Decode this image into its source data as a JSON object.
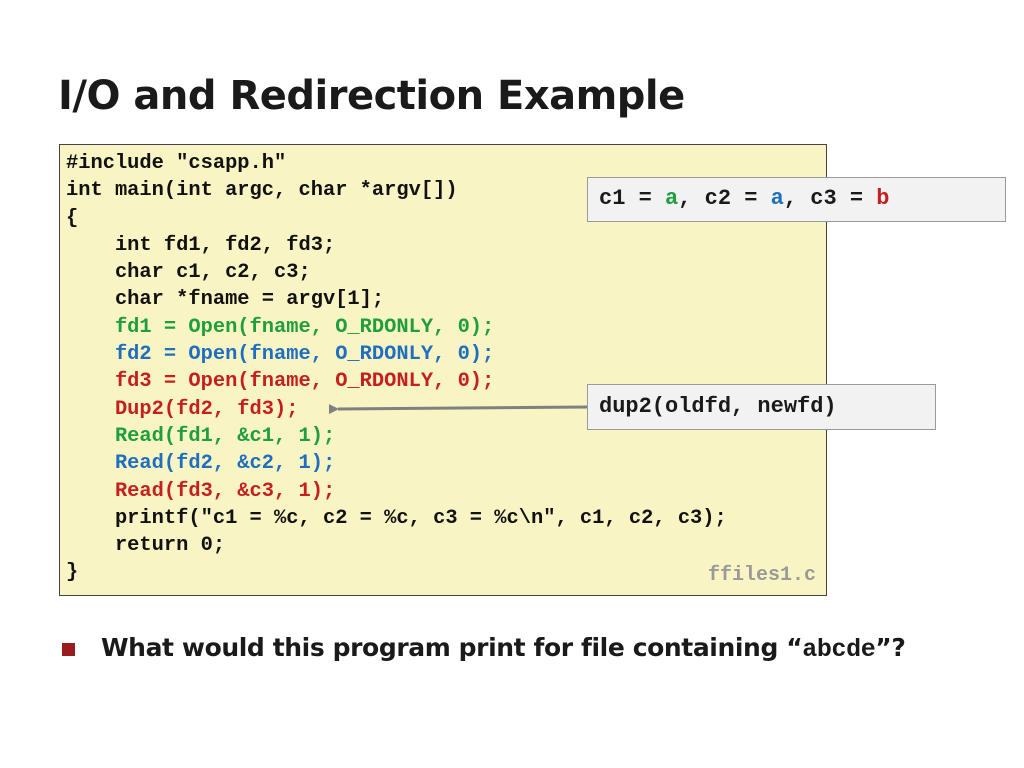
{
  "slide": {
    "title": "I/O and Redirection Example"
  },
  "code_box": {
    "filename": "ffiles1.c",
    "background_color": "#f9f4c3",
    "lines": [
      {
        "text": "#include \"csapp.h\"",
        "color": "black"
      },
      {
        "text": "int main(int argc, char *argv[])",
        "color": "black"
      },
      {
        "text": "{",
        "color": "black"
      },
      {
        "text": "    int fd1, fd2, fd3;",
        "color": "black"
      },
      {
        "text": "    char c1, c2, c3;",
        "color": "black"
      },
      {
        "text": "    char *fname = argv[1];",
        "color": "black"
      },
      {
        "text": "    fd1 = Open(fname, O_RDONLY, 0);",
        "color": "green"
      },
      {
        "text": "    fd2 = Open(fname, O_RDONLY, 0);",
        "color": "blue"
      },
      {
        "text": "    fd3 = Open(fname, O_RDONLY, 0);",
        "color": "red"
      },
      {
        "text": "    Dup2(fd2, fd3);",
        "color": "red"
      },
      {
        "text": "    Read(fd1, &c1, 1);",
        "color": "green"
      },
      {
        "text": "    Read(fd2, &c2, 1);",
        "color": "blue"
      },
      {
        "text": "    Read(fd3, &c3, 1);",
        "color": "red"
      },
      {
        "text": "    printf(\"c1 = %c, c2 = %c, c3 = %c\\n\", c1, c2, c3);",
        "color": "black"
      },
      {
        "text": "    return 0;",
        "color": "black"
      },
      {
        "text": "}",
        "color": "black"
      }
    ]
  },
  "output_callout": {
    "c1_label": "c1 = ",
    "c1_value": "a",
    "sep1": ", c2 = ",
    "c2_value": "a",
    "sep2": ", c3 = ",
    "c3_value": "b"
  },
  "dup2_callout": {
    "text": "dup2(oldfd, newfd)"
  },
  "bullet": {
    "text_before": "What would this program print for file containing “",
    "code_text": "abcde",
    "text_after": "”?"
  },
  "colors": {
    "green": "#1f9e3c",
    "blue": "#1f6fc0",
    "red": "#c42020",
    "bullet_marker": "#9b1c1c",
    "arrow": "#808080",
    "filename": "#9a9a9a"
  },
  "icons": {
    "bullet_marker": "square-bullet-icon",
    "arrow": "left-arrow-icon"
  }
}
